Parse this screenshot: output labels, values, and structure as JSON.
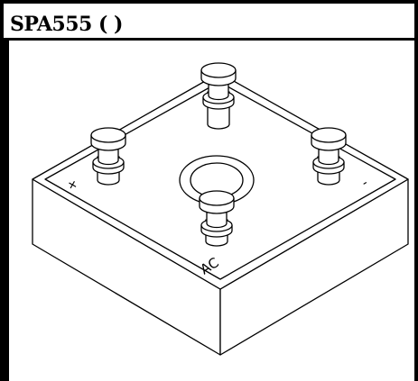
{
  "header": {
    "title": "SPA555 ( )"
  },
  "drawing": {
    "subject": "bridge rectifier package",
    "labels": {
      "positive": "+",
      "negative": "-",
      "ac": "AC"
    },
    "line_color": "#000000",
    "fill_color": "#ffffff"
  }
}
